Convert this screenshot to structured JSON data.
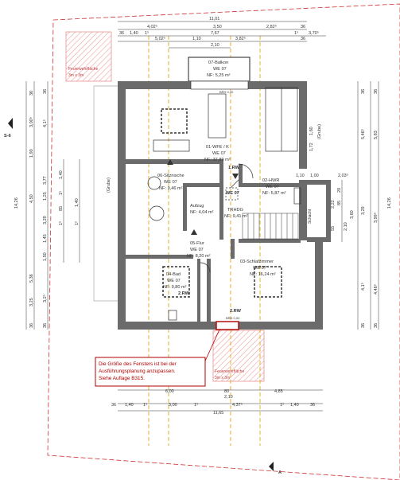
{
  "colors": {
    "wall": "#6b6b6b",
    "line": "#222222",
    "boundary": "#d03030",
    "axis": "#e0a000",
    "hatch": "#f0a0a0",
    "callout_border": "#b00000"
  },
  "rooms": {
    "balkon": {
      "name": "07-Balkon",
      "we": "WE 07",
      "nf": "NF: 5,25 m²"
    },
    "wfk": {
      "name": "01-WFE / K",
      "we": "WE 07",
      "nf": "NF: 37,89 m²"
    },
    "sitznische": {
      "name": "06-Sitznische",
      "we": "WE 07",
      "nf": "NF: 9,46 m²"
    },
    "hwr": {
      "name": "02-HWR",
      "we": "WE 07",
      "nf": "NF: 5,87 m²"
    },
    "aufzug": {
      "name": "Aufzug",
      "nf": "NF: 4,04 m²"
    },
    "trhdg": {
      "name": "TRHDG",
      "nf": "NF: 9,41 m²"
    },
    "flur": {
      "name": "05-Flur",
      "we": "WE 07",
      "nf": "NF: 8,20 m²"
    },
    "bad": {
      "name": "04-Bad",
      "we": "WE 07",
      "nf": "NF: 9,80 m²"
    },
    "schlafzimmer": {
      "name": "03-Schlafzimmer",
      "we": "WE 07",
      "nf": "NF: 16,24 m²"
    }
  },
  "markers": {
    "rw1": "1.RW",
    "rw2": "2.RW",
    "rw3": "2.RW",
    "we07": "WE 07",
    "brh1": "BRH 0,00",
    "brh2": "BRH 0,00",
    "schacht": "Schacht"
  },
  "firewall_notes": {
    "top_left": [
      "Feuerwehrfläche",
      "3m x 3m"
    ],
    "bottom": [
      "Feuerwehrfläche",
      "3m x 3m"
    ]
  },
  "callout": {
    "lines": [
      "Die Größe des Fensters ist bei der",
      "Ausführungsplanung anzupassen.",
      "Siehe Auflage B315."
    ]
  },
  "section_marks": {
    "left": "S-6",
    "bottom": "A"
  },
  "dims_top": {
    "overall": "11,01",
    "r2": [
      "4,02⁵",
      "3,50",
      "2,82⁵",
      "36"
    ],
    "r3": [
      "36",
      "1,40",
      "1⁵",
      "7,67",
      "1⁵",
      "3,70⁵"
    ],
    "r4": [
      "5,02⁵",
      "1,10",
      "3,82⁵",
      "36"
    ],
    "r5": "2,10"
  },
  "dims_bottom": {
    "r1": [
      "6,00",
      "80",
      "4,85"
    ],
    "r1b": "2,10",
    "r2": [
      "36",
      "1,40",
      "1⁵",
      "3,00",
      "1⁵",
      "4,37⁵",
      "1⁵",
      "1,40",
      "36"
    ],
    "overall": "11,65"
  },
  "dims_left": {
    "outer": "14,26",
    "a": [
      "36",
      "3,00⁵",
      "1,90",
      "4,50",
      "5,36",
      "3,25",
      "36"
    ],
    "b": [
      "36",
      "4,1⁵",
      "3,77",
      "1,25",
      "3,29",
      "1,45",
      "1,50",
      "3,2⁵",
      "36"
    ],
    "c": [
      "1,40",
      "1⁵",
      "85",
      "1⁵",
      "1,40",
      "1⁵"
    ],
    "grube": "(Grube)"
  },
  "dims_right": {
    "outer": "14,26",
    "a": [
      "36",
      "5,83",
      "3,99⁵",
      "4,46⁵",
      "36"
    ],
    "b": [
      "36",
      "5,46⁵",
      "3,29",
      "4,1⁵",
      "36"
    ],
    "inner": [
      "1,00",
      "2,03⁵",
      "1,10",
      "20",
      "85",
      "55",
      "3,60",
      "1,60",
      "1,72",
      "2,10",
      "2,22",
      "(Grube)"
    ]
  }
}
